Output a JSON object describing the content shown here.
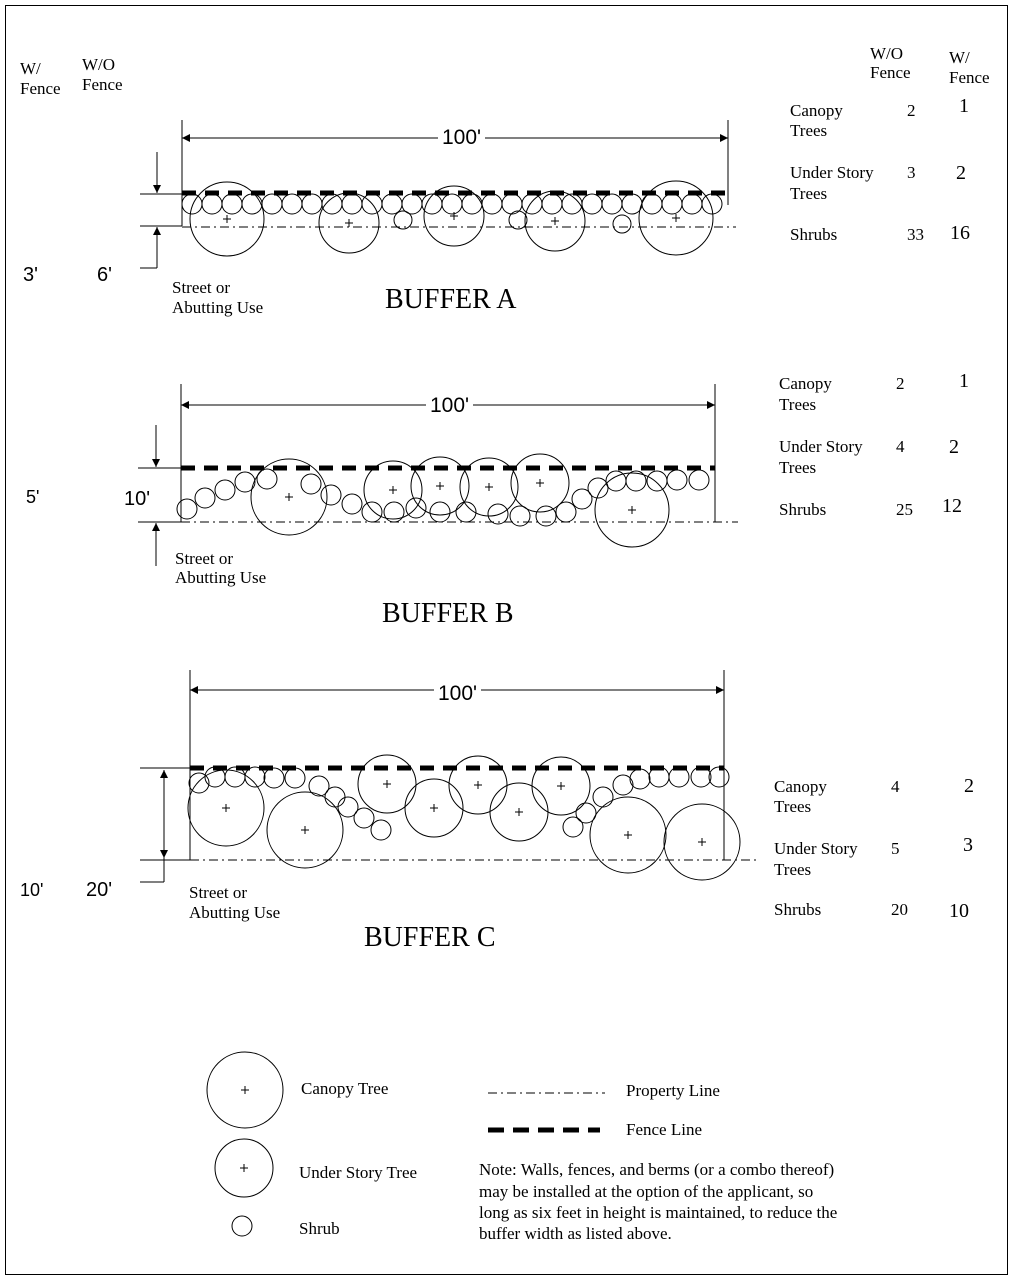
{
  "header": {
    "left_w_line1": "W/",
    "left_w_line2": "Fence",
    "left_wo_line1": "W/O",
    "left_wo_line2": "Fence",
    "right_wo_line1": "W/O",
    "right_wo_line2": "Fence",
    "right_w_line1": "W/",
    "right_w_line2": "Fence"
  },
  "buffers": [
    {
      "title": "BUFFER A",
      "length_label": "100'",
      "width_with_fence": "3'",
      "width_without_fence": "6'",
      "street_line1": "Street or",
      "street_line2": "Abutting Use",
      "rows": [
        {
          "label_line1": "Canopy",
          "label_line2": "Trees",
          "without_fence": "2",
          "with_fence": "1"
        },
        {
          "label_line1": "Under Story",
          "label_line2": "Trees",
          "without_fence": "3",
          "with_fence": "2"
        },
        {
          "label_line1": "Shrubs",
          "label_line2": "",
          "without_fence": "33",
          "with_fence": "16"
        }
      ]
    },
    {
      "title": "BUFFER B",
      "length_label": "100'",
      "width_with_fence": "5'",
      "width_without_fence": "10'",
      "street_line1": "Street or",
      "street_line2": "Abutting Use",
      "rows": [
        {
          "label_line1": "Canopy",
          "label_line2": "Trees",
          "without_fence": "2",
          "with_fence": "1"
        },
        {
          "label_line1": "Under Story",
          "label_line2": "Trees",
          "without_fence": "4",
          "with_fence": "2"
        },
        {
          "label_line1": "Shrubs",
          "label_line2": "",
          "without_fence": "25",
          "with_fence": "12"
        }
      ]
    },
    {
      "title": "BUFFER C",
      "length_label": "100'",
      "width_with_fence": "10'",
      "width_without_fence": "20'",
      "street_line1": "Street or",
      "street_line2": "Abutting Use",
      "rows": [
        {
          "label_line1": "Canopy",
          "label_line2": "Trees",
          "without_fence": "4",
          "with_fence": "2"
        },
        {
          "label_line1": "Under Story",
          "label_line2": "Trees",
          "without_fence": "5",
          "with_fence": "3"
        },
        {
          "label_line1": "Shrubs",
          "label_line2": "",
          "without_fence": "20",
          "with_fence": "10"
        }
      ]
    }
  ],
  "legend": {
    "canopy_tree": "Canopy Tree",
    "under_story_tree": "Under Story Tree",
    "shrub": "Shrub",
    "property_line": "Property Line",
    "fence_line": "Fence Line"
  },
  "note": {
    "line1": "Note: Walls, fences, and berms (or a combo thereof)",
    "line2": "may be installed at the option of the applicant, so",
    "line3": "long as six feet in height is maintained, to reduce the",
    "line4": "buffer width as listed above."
  },
  "colors": {
    "ink": "#000000",
    "paper": "#ffffff"
  }
}
